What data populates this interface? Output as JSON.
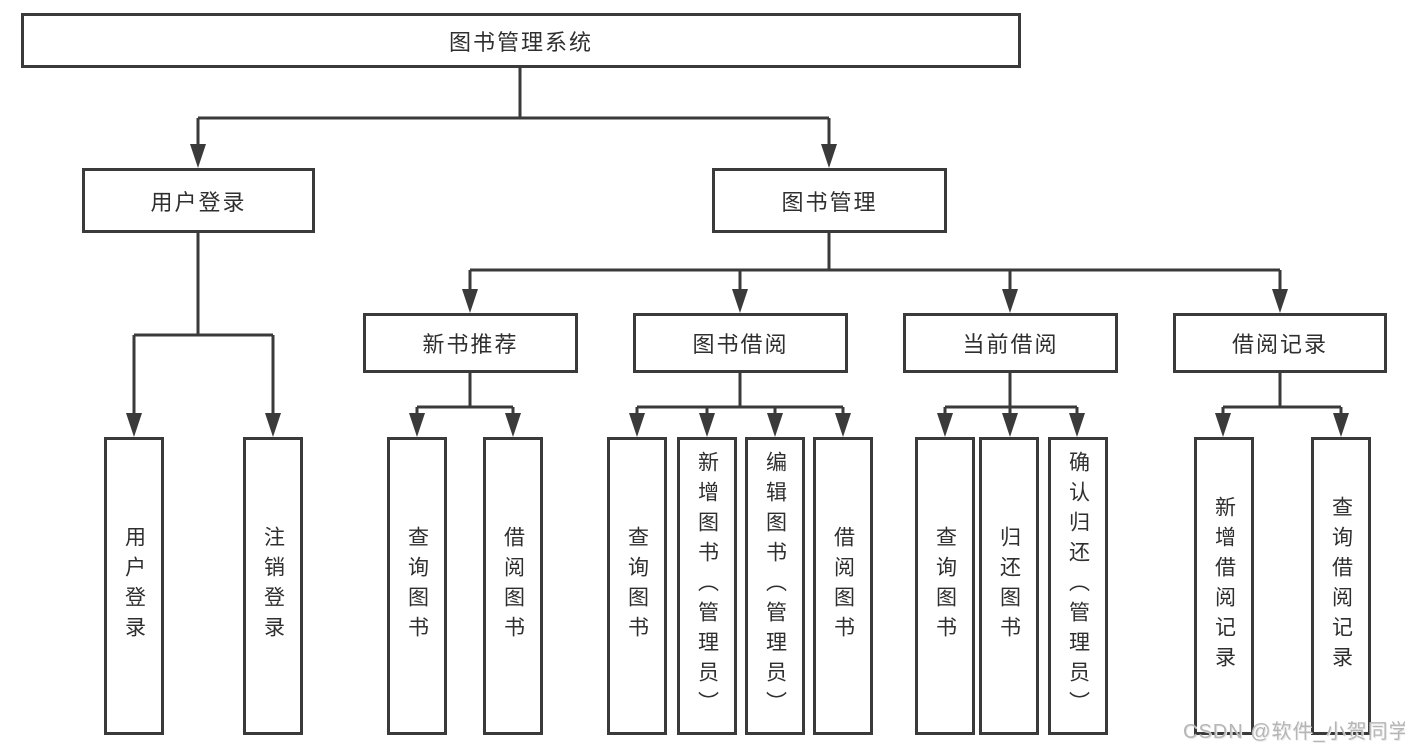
{
  "colors": {
    "line": "#3a3a3a",
    "text": "#2f2f2f",
    "watermark": "#b6b6b6",
    "bg": "#ffffff"
  },
  "diagram": {
    "root": {
      "label": "图书管理系统"
    },
    "level2": [
      {
        "label": "用户登录",
        "children": [
          {
            "label": "用户登录"
          },
          {
            "label": "注销登录"
          }
        ]
      },
      {
        "label": "图书管理",
        "children": [
          {
            "label": "新书推荐",
            "children": [
              {
                "label": "查询图书"
              },
              {
                "label": "借阅图书"
              }
            ]
          },
          {
            "label": "图书借阅",
            "children": [
              {
                "label": "查询图书"
              },
              {
                "label": "新增图书（管理员）"
              },
              {
                "label": "编辑图书（管理员）"
              },
              {
                "label": "借阅图书"
              }
            ]
          },
          {
            "label": "当前借阅",
            "children": [
              {
                "label": "查询图书"
              },
              {
                "label": "归还图书"
              },
              {
                "label": "确认归还（管理员）"
              }
            ]
          },
          {
            "label": "借阅记录",
            "children": [
              {
                "label": "新增借阅记录"
              },
              {
                "label": "查询借阅记录"
              }
            ]
          }
        ]
      }
    ]
  },
  "watermark": {
    "text": "CSDN @软件_小贺同学"
  }
}
